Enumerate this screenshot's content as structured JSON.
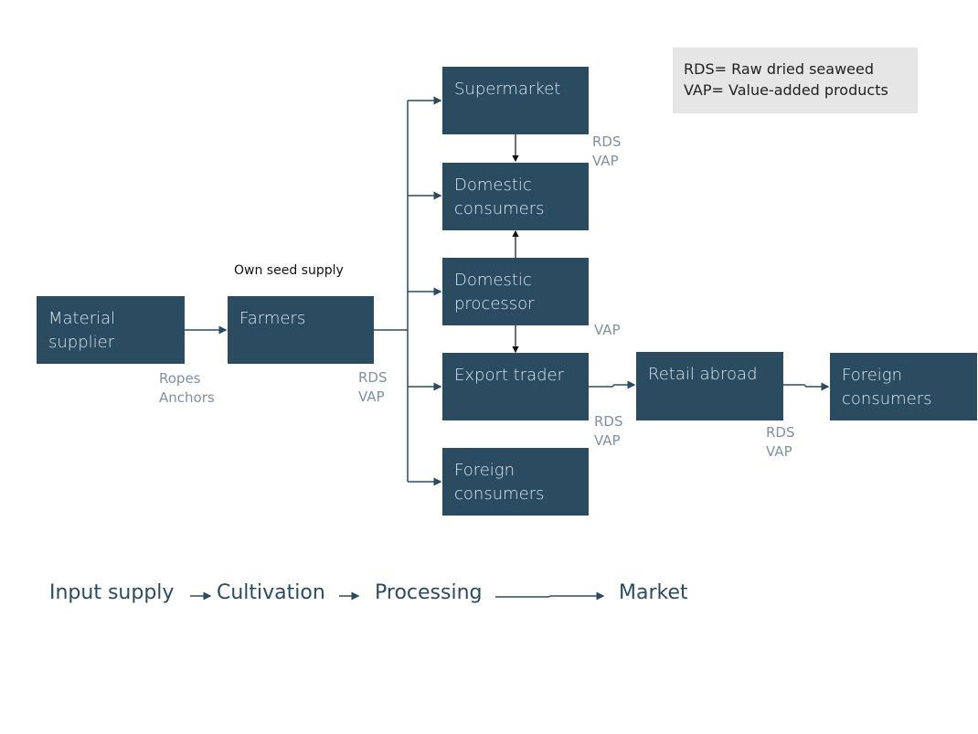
{
  "legend": {
    "rds": "RDS= Raw dried seaweed",
    "vap": "VAP= Value-added products"
  },
  "nodes": {
    "material_supplier": [
      "Material",
      "supplier"
    ],
    "farmers": "Farmers",
    "supermarket": "Supermarket",
    "domestic_consumers": [
      "Domestic",
      "consumers"
    ],
    "domestic_processor": [
      "Domestic",
      "processor"
    ],
    "export_trader": "Export trader",
    "foreign_consumers_1": [
      "Foreign",
      "consumers"
    ],
    "retail_abroad": "Retail abroad",
    "foreign_consumers_2": [
      "Foreign",
      "consumers"
    ]
  },
  "annotations": {
    "own_seed_supply": "Own seed supply",
    "ropes": "Ropes",
    "anchors": "Anchors",
    "farmers_rds": "RDS",
    "farmers_vap": "VAP",
    "supermarket_rds": "RDS",
    "supermarket_vap": "VAP",
    "processor_vap": "VAP",
    "export_rds": "RDS",
    "export_vap": "VAP",
    "retail_rds": "RDS",
    "retail_vap": "VAP"
  },
  "stages": [
    "Input supply",
    "Cultivation",
    "Processing",
    "Market"
  ],
  "colors": {
    "box": "#2b4b60",
    "box_text": "#dde4ea",
    "label": "#7f92a3",
    "legend_bg": "#e6e6e6"
  }
}
